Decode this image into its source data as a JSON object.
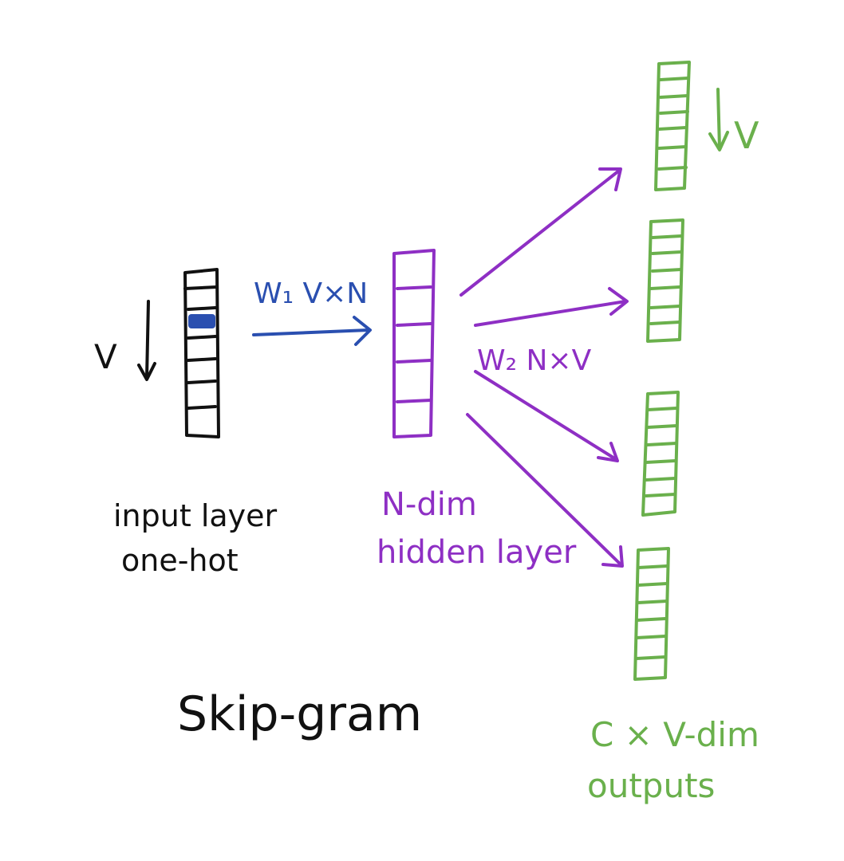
{
  "colors": {
    "input": "#111111",
    "hot": "#2a4fb0",
    "w1": "#2a4fb0",
    "hidden": "#8e2fc4",
    "output": "#6ab04c",
    "title": "#111111"
  },
  "labels": {
    "v_input": "V",
    "w1": "W₁ V×N",
    "w2": "W₂ N×V",
    "v_output": "V",
    "input_line1": "input layer",
    "input_line2": "one-hot",
    "hidden_line1": "N-dim",
    "hidden_line2": "hidden layer",
    "output_line1": "C × V-dim",
    "output_line2": "outputs",
    "title": "Skip-gram"
  }
}
